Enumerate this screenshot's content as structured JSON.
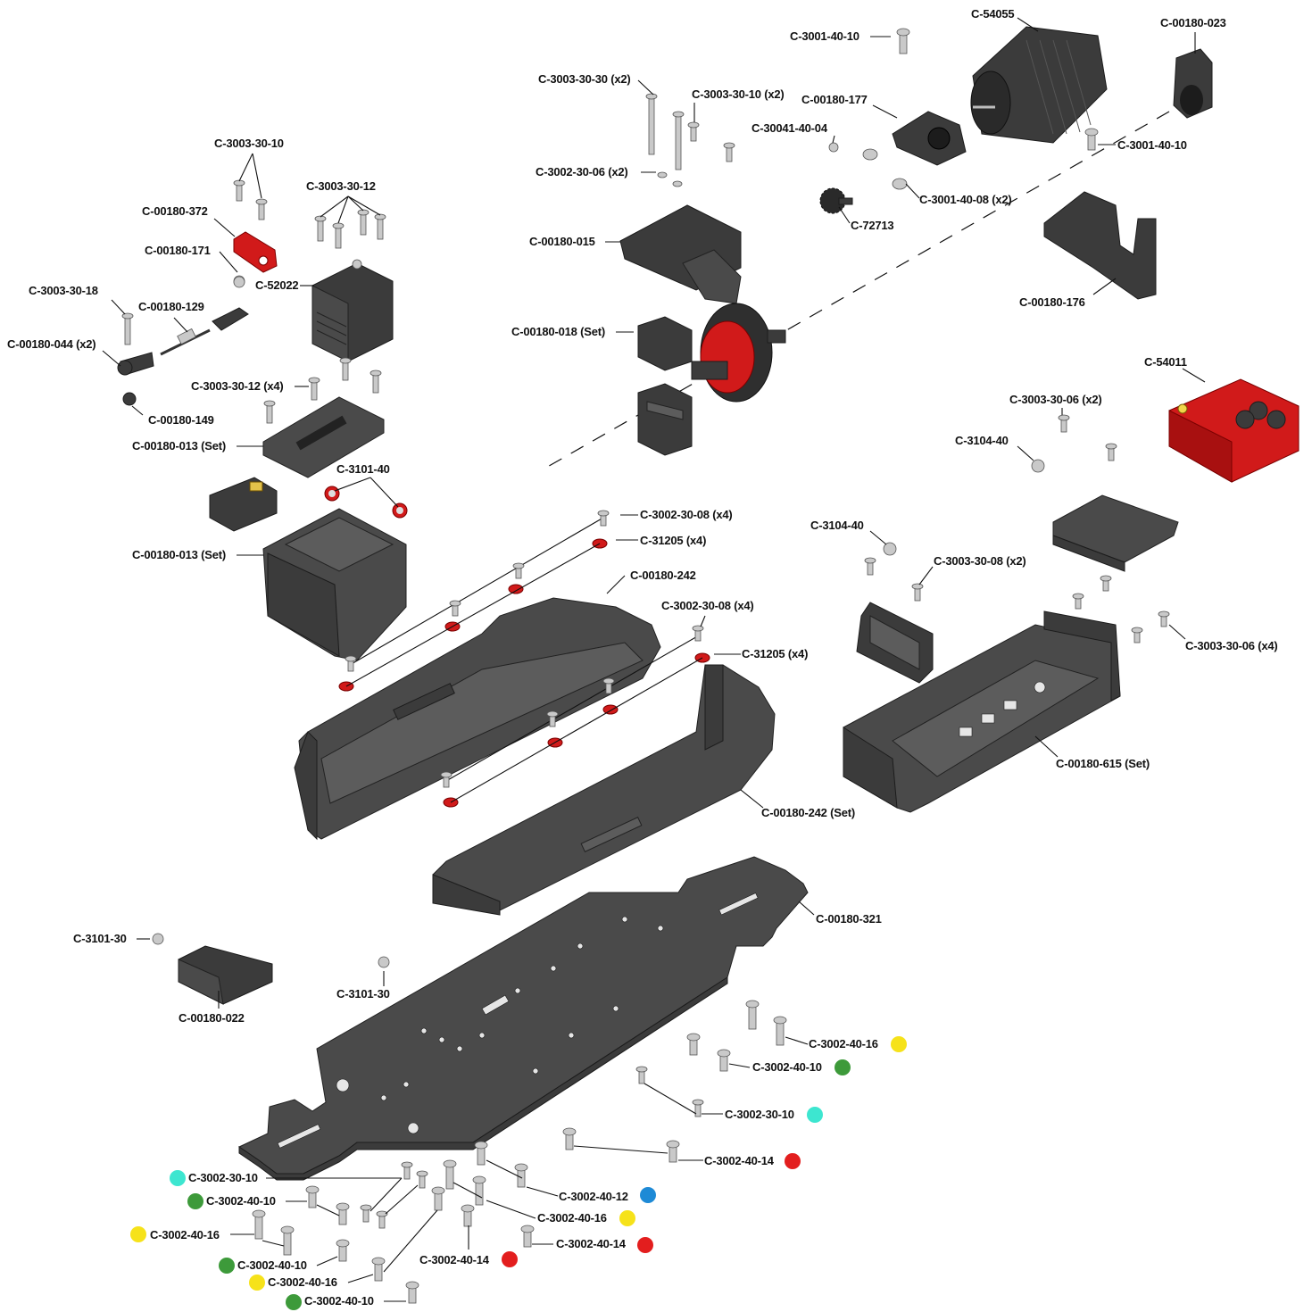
{
  "colors": {
    "part_dark": "#3b3b3b",
    "part_red": "#d11a1a",
    "metal": "#c9c9c9",
    "dot_yellow": "#f6e21a",
    "dot_green": "#3d9a3a",
    "dot_cyan": "#3de6d0",
    "dot_red": "#e31e1e",
    "dot_blue": "#1e8ad6"
  },
  "labels": [
    {
      "id": "l1",
      "text": "C-3003-30-10"
    },
    {
      "id": "l2",
      "text": "C-3003-30-12"
    },
    {
      "id": "l3",
      "text": "C-00180-372"
    },
    {
      "id": "l4",
      "text": "C-00180-171"
    },
    {
      "id": "l5",
      "text": "C-52022"
    },
    {
      "id": "l6",
      "text": "C-3003-30-18"
    },
    {
      "id": "l7",
      "text": "C-00180-129"
    },
    {
      "id": "l8",
      "text": "C-00180-044 (x2)"
    },
    {
      "id": "l9",
      "text": "C-3003-30-12 (x4)"
    },
    {
      "id": "l10",
      "text": "C-00180-149"
    },
    {
      "id": "l11",
      "text": "C-00180-013 (Set)"
    },
    {
      "id": "l12",
      "text": "C-3101-40"
    },
    {
      "id": "l13",
      "text": "C-00180-013 (Set)"
    },
    {
      "id": "l14",
      "text": "C-3003-30-30 (x2)"
    },
    {
      "id": "l15",
      "text": "C-3003-30-10 (x2)"
    },
    {
      "id": "l16",
      "text": "C-3002-30-06 (x2)"
    },
    {
      "id": "l17",
      "text": "C-00180-015"
    },
    {
      "id": "l18",
      "text": "C-00180-018 (Set)"
    },
    {
      "id": "l19",
      "text": "C-3001-40-10"
    },
    {
      "id": "l20",
      "text": "C-54055"
    },
    {
      "id": "l21",
      "text": "C-00180-177"
    },
    {
      "id": "l22",
      "text": "C-30041-40-04"
    },
    {
      "id": "l23",
      "text": "C-3001-40-08 (x2)"
    },
    {
      "id": "l24",
      "text": "C-72713"
    },
    {
      "id": "l25",
      "text": "C-00180-023"
    },
    {
      "id": "l26",
      "text": "C-3001-40-10"
    },
    {
      "id": "l27",
      "text": "C-00180-176"
    },
    {
      "id": "l28",
      "text": "C-54011"
    },
    {
      "id": "l29",
      "text": "C-3003-30-06 (x2)"
    },
    {
      "id": "l30",
      "text": "C-3104-40"
    },
    {
      "id": "l31",
      "text": "C-3104-40"
    },
    {
      "id": "l32",
      "text": "C-3003-30-08 (x2)"
    },
    {
      "id": "l33",
      "text": "C-3003-30-06 (x4)"
    },
    {
      "id": "l34",
      "text": "C-00180-615 (Set)"
    },
    {
      "id": "l35",
      "text": "C-3002-30-08 (x4)"
    },
    {
      "id": "l36",
      "text": "C-31205 (x4)"
    },
    {
      "id": "l37",
      "text": "C-00180-242"
    },
    {
      "id": "l38",
      "text": "C-3002-30-08 (x4)"
    },
    {
      "id": "l39",
      "text": "C-31205 (x4)"
    },
    {
      "id": "l40",
      "text": "C-00180-242 (Set)"
    },
    {
      "id": "l41",
      "text": "C-00180-321"
    },
    {
      "id": "l42",
      "text": "C-3101-30"
    },
    {
      "id": "l43",
      "text": "C-00180-022"
    },
    {
      "id": "l44",
      "text": "C-3101-30"
    },
    {
      "id": "l45",
      "text": "C-3002-40-16"
    },
    {
      "id": "l46",
      "text": "C-3002-40-10"
    },
    {
      "id": "l47",
      "text": "C-3002-30-10"
    },
    {
      "id": "l48",
      "text": "C-3002-40-14"
    },
    {
      "id": "l49",
      "text": "C-3002-30-10"
    },
    {
      "id": "l50",
      "text": "C-3002-40-10"
    },
    {
      "id": "l51",
      "text": "C-3002-40-12"
    },
    {
      "id": "l52",
      "text": "C-3002-40-16"
    },
    {
      "id": "l53",
      "text": "C-3002-40-16"
    },
    {
      "id": "l54",
      "text": "C-3002-40-14"
    },
    {
      "id": "l55",
      "text": "C-3002-40-14"
    },
    {
      "id": "l56",
      "text": "C-3002-40-10"
    },
    {
      "id": "l57",
      "text": "C-3002-40-16"
    },
    {
      "id": "l58",
      "text": "C-3002-40-10"
    }
  ]
}
